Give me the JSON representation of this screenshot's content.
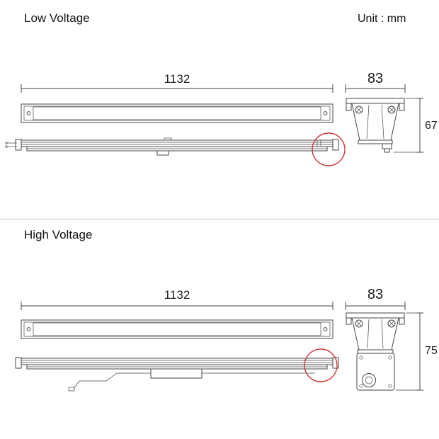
{
  "unit_label": "Unit : mm",
  "colors": {
    "line": "#454545",
    "highlight_circle": "#cf3438",
    "divider": "#c4c4c4"
  },
  "sections": [
    {
      "title": "Low Voltage",
      "dimensions": {
        "length": "1132",
        "width": "83",
        "height": "67"
      }
    },
    {
      "title": "High Voltage",
      "dimensions": {
        "length": "1132",
        "width": "83",
        "height": "75"
      }
    }
  ]
}
